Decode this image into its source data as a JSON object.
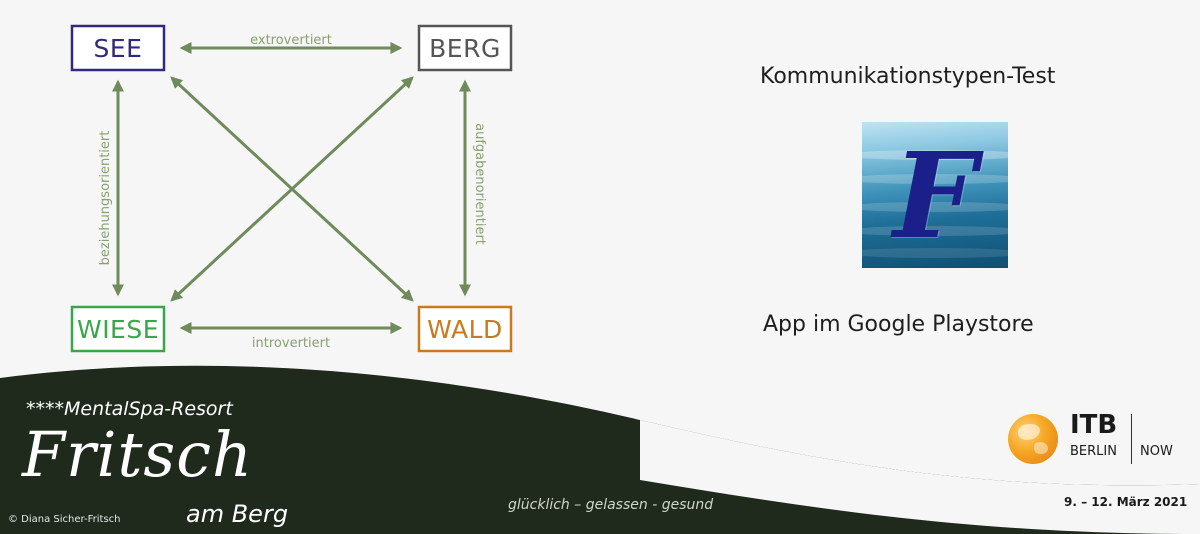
{
  "diagram": {
    "nodes": {
      "see": {
        "label": "SEE",
        "color": "#2f2a7a"
      },
      "berg": {
        "label": "BERG",
        "color": "#555555"
      },
      "wiese": {
        "label": "WIESE",
        "color": "#3aa64a"
      },
      "wald": {
        "label": "WALD",
        "color": "#c87a1e"
      }
    },
    "edges": {
      "top": "extrovertiert",
      "bottom": "introvertiert",
      "left": "beziehungsorientiert",
      "right": "aufgabenorientiert"
    },
    "edge_color": "#6f8a5b"
  },
  "right_panel": {
    "title": "Kommunikationstypen-Test",
    "app_icon": {
      "letter": "F",
      "name": "fritsch-app-icon"
    },
    "subtitle": "App im Google Playstore"
  },
  "footer": {
    "brand_small": "****MentalSpa-Resort",
    "brand_big": "Fritsch",
    "brand_sub": "am Berg",
    "copyright": "© Diana Sicher-Fritsch",
    "slogan": "glücklich – gelassen - gesund",
    "itb_main": "ITB",
    "itb_city": "BERLIN",
    "itb_now": "NOW",
    "date": "9. – 12. März 2021",
    "background_color": "#1f2a1d"
  }
}
